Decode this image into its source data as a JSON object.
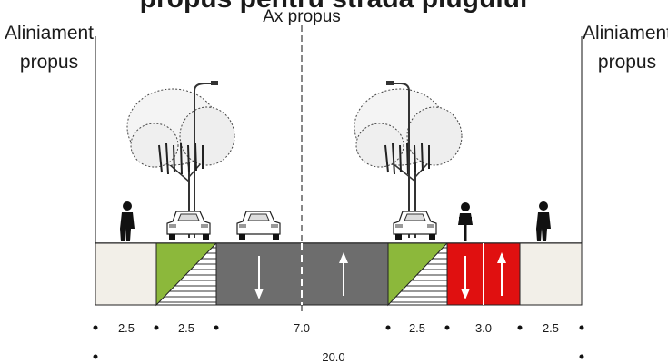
{
  "title_fragment": "propus pentru strada plugului",
  "axis_label": "Ax propus",
  "alignment_left": [
    "Aliniament",
    "propus"
  ],
  "alignment_right": [
    "Aliniament",
    "propus"
  ],
  "colors": {
    "sidewalk": "#f2efe8",
    "green_strip": "#8cb83b",
    "carriageway": "#6d6d6d",
    "bike_lane": "#e01010",
    "lane_marking": "#ffffff",
    "outline": "#222222"
  },
  "icons": [
    "tree-icon",
    "street-lamp-icon",
    "pedestrian-icon",
    "car-icon",
    "cyclist-icon",
    "direction-arrow-icon"
  ],
  "dimensions": {
    "sidewalk_left": "2.5",
    "green_left": "2.5",
    "carriageway": "7.0",
    "green_right": "2.5",
    "bike_lane": "3.0",
    "sidewalk_right": "2.5",
    "total": "20.0"
  }
}
